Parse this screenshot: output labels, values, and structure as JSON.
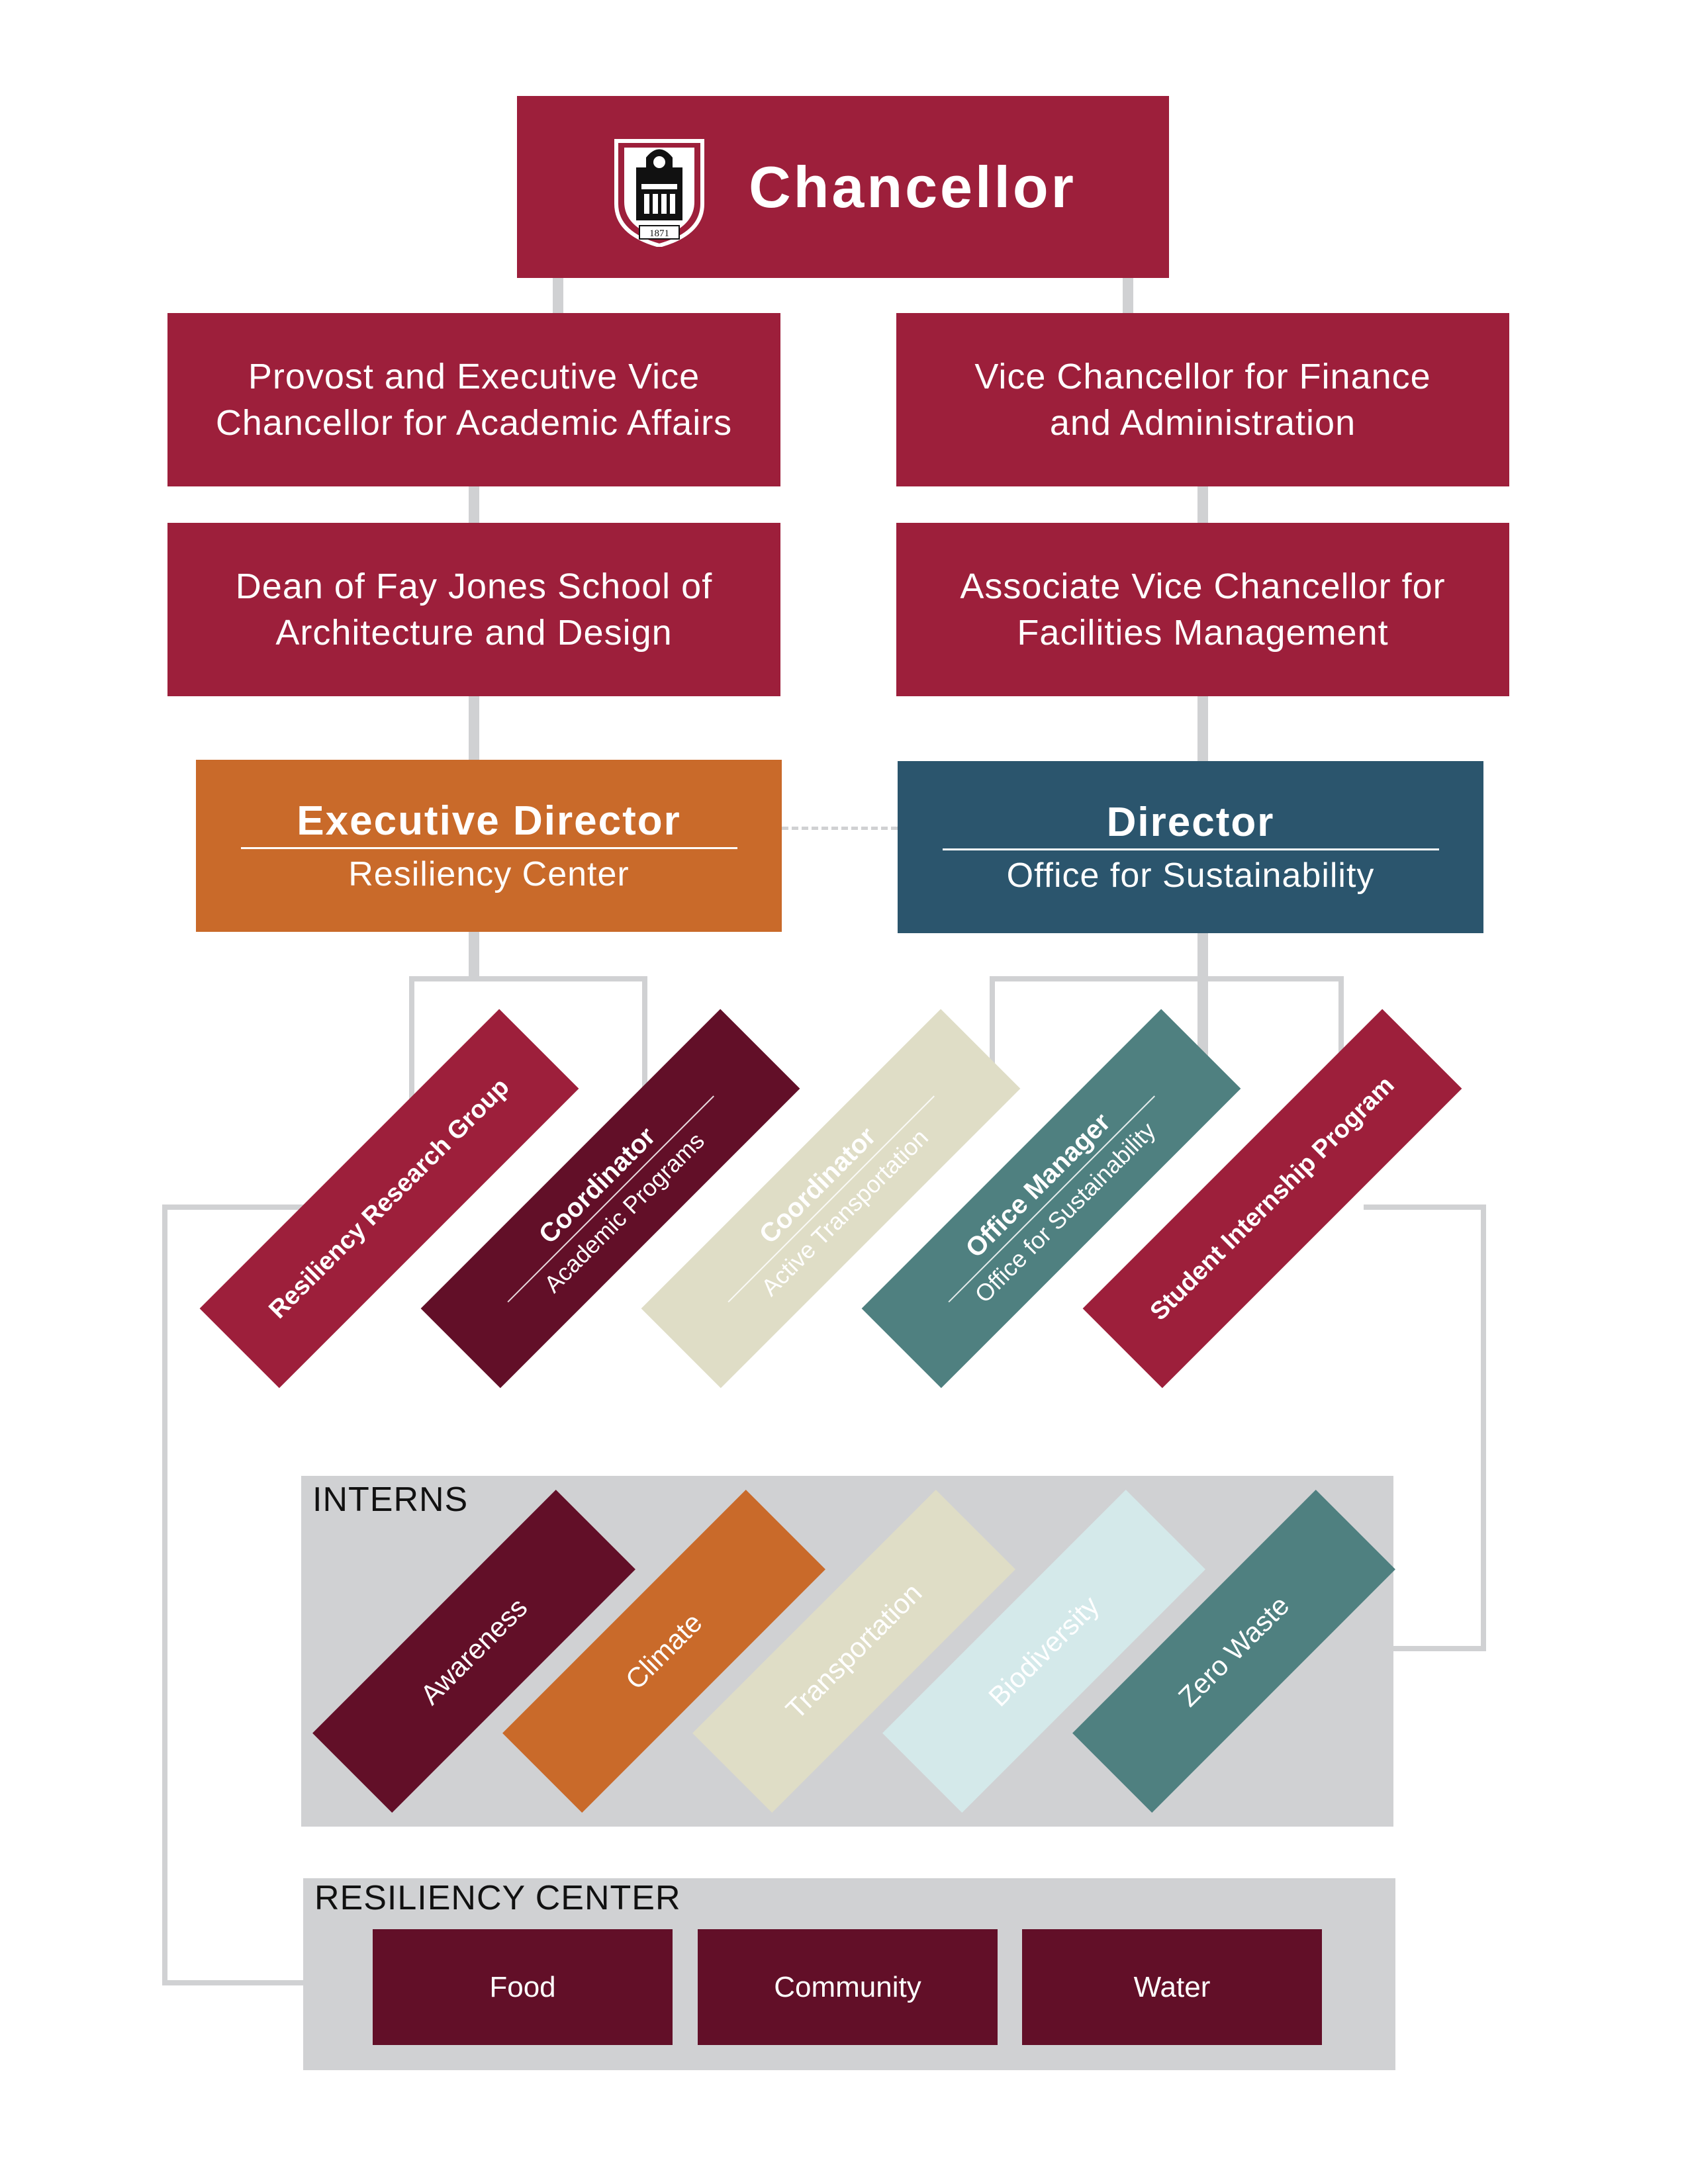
{
  "chancellor": {
    "title": "Chancellor",
    "seal_year": "1871"
  },
  "left_column": {
    "provost": "Provost and Executive Vice Chancellor for Academic Affairs",
    "dean": "Dean of Fay Jones School of Architecture and Design",
    "director_title": "Executive Director",
    "director_sub": "Resiliency Center"
  },
  "right_column": {
    "vice_chancellor": "Vice Chancellor for Finance and Administration",
    "assoc_vice_chancellor": "Associate Vice Chancellor for Facilities Management",
    "director_title": "Director",
    "director_sub": "Office for Sustainability"
  },
  "staff": [
    {
      "title": "Resiliency Research Group",
      "sub": "",
      "color": "#9d1f3b"
    },
    {
      "title": "Coordinator",
      "sub": "Academic Programs",
      "color": "#620f28"
    },
    {
      "title": "Coordinator",
      "sub": "Active Transportation",
      "color": "#dfddc6"
    },
    {
      "title": "Office Manager",
      "sub": "Office for Sustainability",
      "color": "#4f8080"
    },
    {
      "title": "Student Internship Program",
      "sub": "",
      "color": "#9d1f3b"
    }
  ],
  "interns": {
    "label": "INTERNS",
    "items": [
      {
        "label": "Awareness",
        "color": "#620f28"
      },
      {
        "label": "Climate",
        "color": "#c96a2a"
      },
      {
        "label": "Transportation",
        "color": "#dfddc6"
      },
      {
        "label": "Biodiversity",
        "color": "#d4e9ea"
      },
      {
        "label": "Zero Waste",
        "color": "#4f8080"
      }
    ]
  },
  "resiliency_center": {
    "label": "RESILIENCY CENTER",
    "items": [
      "Food",
      "Community",
      "Water"
    ]
  },
  "colors": {
    "crimson": "#9d1f3b",
    "orange": "#c96a2a",
    "navy": "#2b556d",
    "maroon": "#620f28",
    "connector_gray": "#d0d1d3"
  }
}
